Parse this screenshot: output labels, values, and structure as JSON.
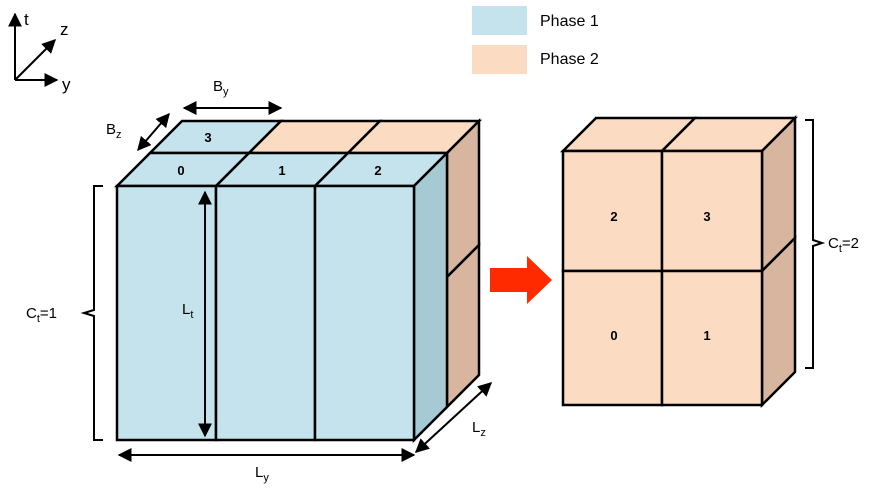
{
  "axes": {
    "t": "t",
    "z": "z",
    "y": "y"
  },
  "legend": [
    {
      "label": "Phase 1",
      "color": "#c5e3ec"
    },
    {
      "label": "Phase 2",
      "color": "#fbdcc3"
    }
  ],
  "colors": {
    "phase1_front": "#c5e3ec",
    "phase1_side": "#a6cad4",
    "phase2_front": "#fbdcc3",
    "phase2_side": "#d8b59f",
    "arrow": "#ff2a00"
  },
  "left_block": {
    "cells_top_back": [
      "3"
    ],
    "cells_top_front": [
      "0",
      "1",
      "2"
    ],
    "dim_by": {
      "main": "B",
      "sub": "y"
    },
    "dim_bz": {
      "main": "B",
      "sub": "z"
    },
    "dim_lt": {
      "main": "L",
      "sub": "t"
    },
    "dim_ly": {
      "main": "L",
      "sub": "y"
    },
    "dim_lz": {
      "main": "L",
      "sub": "z"
    },
    "ct": {
      "main": "C",
      "sub": "t",
      "suffix": "=1"
    }
  },
  "right_block": {
    "cells": [
      "2",
      "3",
      "0",
      "1"
    ],
    "ct": {
      "main": "C",
      "sub": "t",
      "suffix": "=2"
    }
  }
}
